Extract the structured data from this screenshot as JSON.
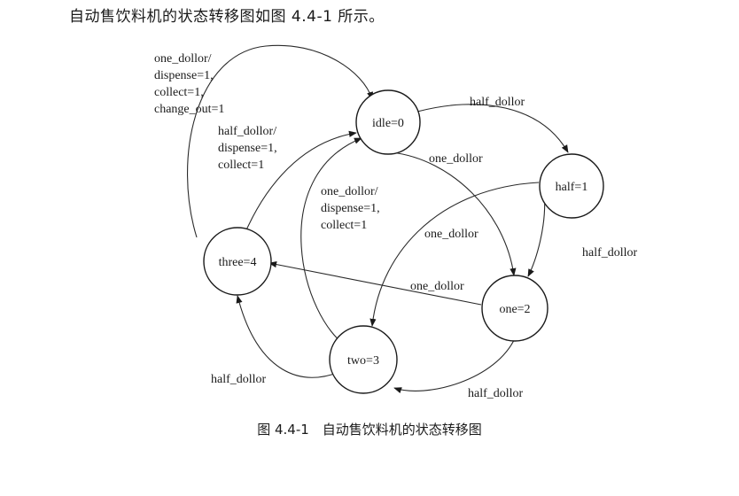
{
  "intro": "自动售饮料机的状态转移图如图 4.4-1 所示。",
  "caption": "图 4.4-1　自动售饮料机的状态转移图",
  "states": {
    "idle": "idle=0",
    "half": "half=1",
    "one": "one=2",
    "two": "two=3",
    "three": "three=4"
  },
  "transitions": {
    "three_idle_one": [
      "one_dollor/",
      "dispense=1,",
      "collect=1,",
      "change_out=1"
    ],
    "three_idle_half": [
      "half_dollor/",
      "dispense=1,",
      "collect=1"
    ],
    "two_idle_one": [
      "one_dollor/",
      "dispense=1,",
      "collect=1"
    ],
    "idle_half": "half_dollor",
    "idle_one": "one_dollor",
    "half_two": "one_dollor",
    "half_one": "half_dollor",
    "one_three": "one_dollor",
    "one_two": "half_dollor",
    "two_three": "half_dollor"
  }
}
